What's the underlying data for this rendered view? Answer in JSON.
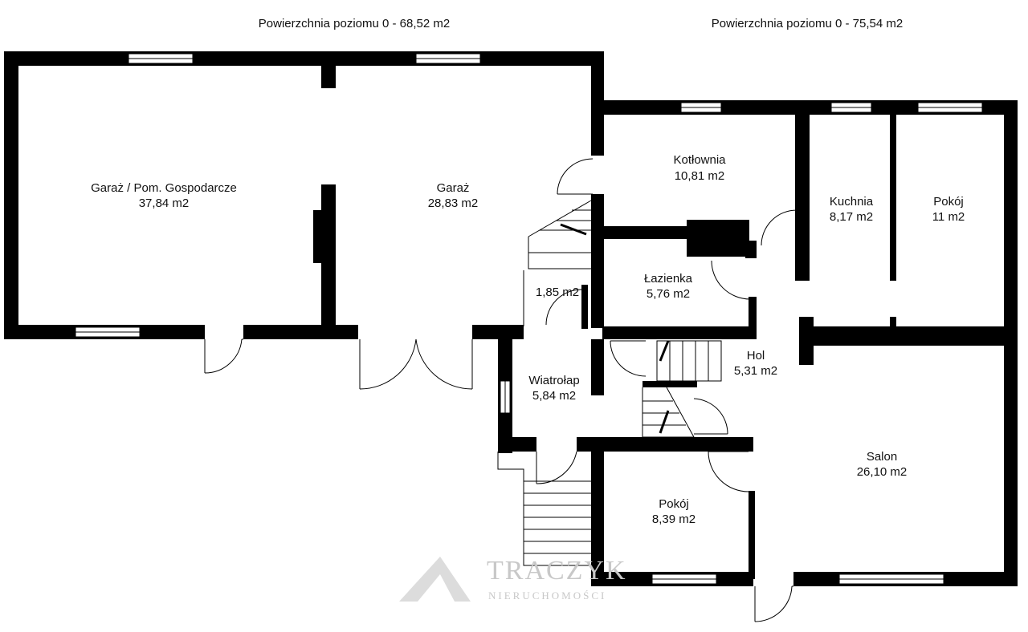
{
  "headers": {
    "left": "Powierzchnia poziomu 0 - 68,52 m2",
    "right": "Powierzchnia poziomu 0 - 75,54 m2"
  },
  "rooms": {
    "garaz_gosp": {
      "name": "Garaż / Pom. Gospodarcze",
      "area": "37,84 m2"
    },
    "garaz": {
      "name": "Garaż",
      "area": "28,83 m2"
    },
    "kotlownia": {
      "name": "Kotłownia",
      "area": "10,81 m2"
    },
    "kuchnia": {
      "name": "Kuchnia",
      "area": "8,17 m2"
    },
    "pokoj_top": {
      "name": "Pokój",
      "area": "11 m2"
    },
    "lazienka": {
      "name": "Łazienka",
      "area": "5,76 m2"
    },
    "schowek": {
      "area": "1,85 m2"
    },
    "hol": {
      "name": "Hol",
      "area": "5,31 m2"
    },
    "wiatrolap": {
      "name": "Wiatrołap",
      "area": "5,84 m2"
    },
    "salon": {
      "name": "Salon",
      "area": "26,10 m2"
    },
    "pokoj_bottom": {
      "name": "Pokój",
      "area": "8,39 m2"
    }
  },
  "watermark": {
    "brand": "TRACZYK",
    "tagline": "NIERUCHOMOŚCI"
  },
  "colors": {
    "wall": "#000000",
    "window": "#ffffff",
    "watermark": "#c8c8c8"
  }
}
